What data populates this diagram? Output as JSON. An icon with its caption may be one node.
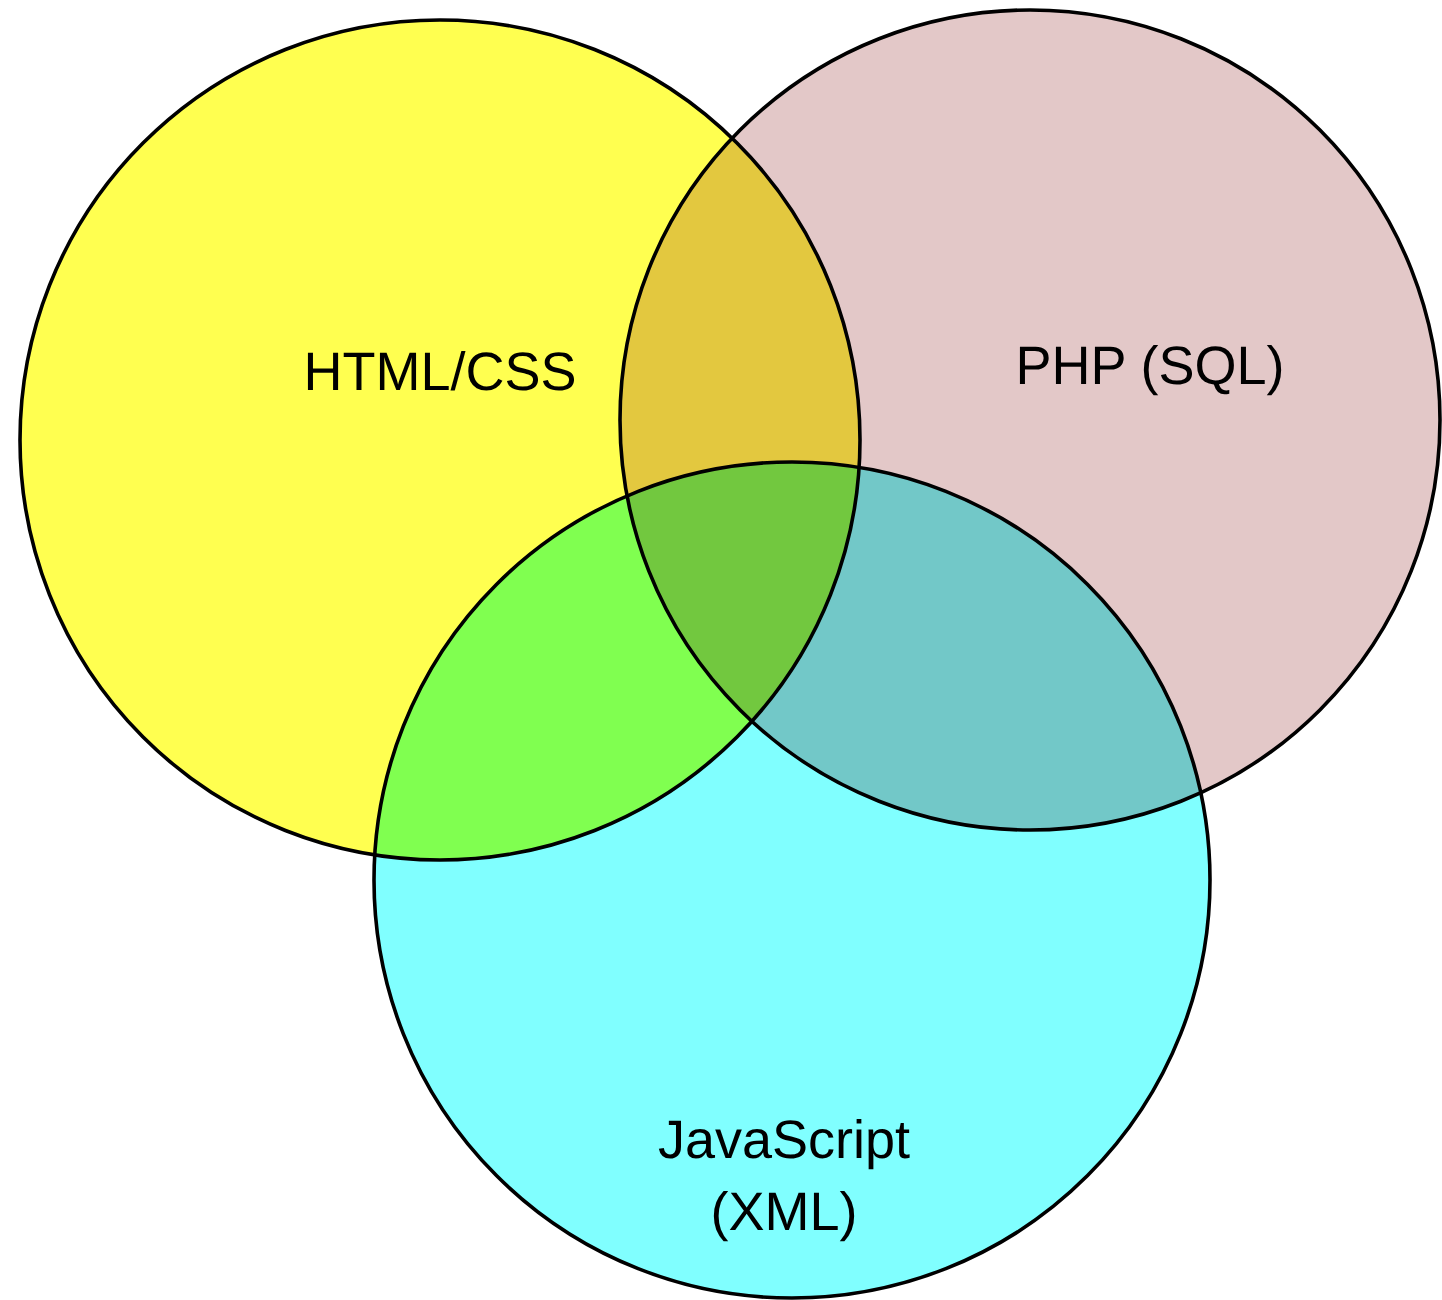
{
  "diagram": {
    "nodes": [
      {
        "text": [
          "HTML/CSS"
        ]
      },
      {
        "text": [
          "PHP (SQL)"
        ]
      },
      {
        "text": [
          "JavaScript (XML)"
        ]
      }
    ]
  }
}
